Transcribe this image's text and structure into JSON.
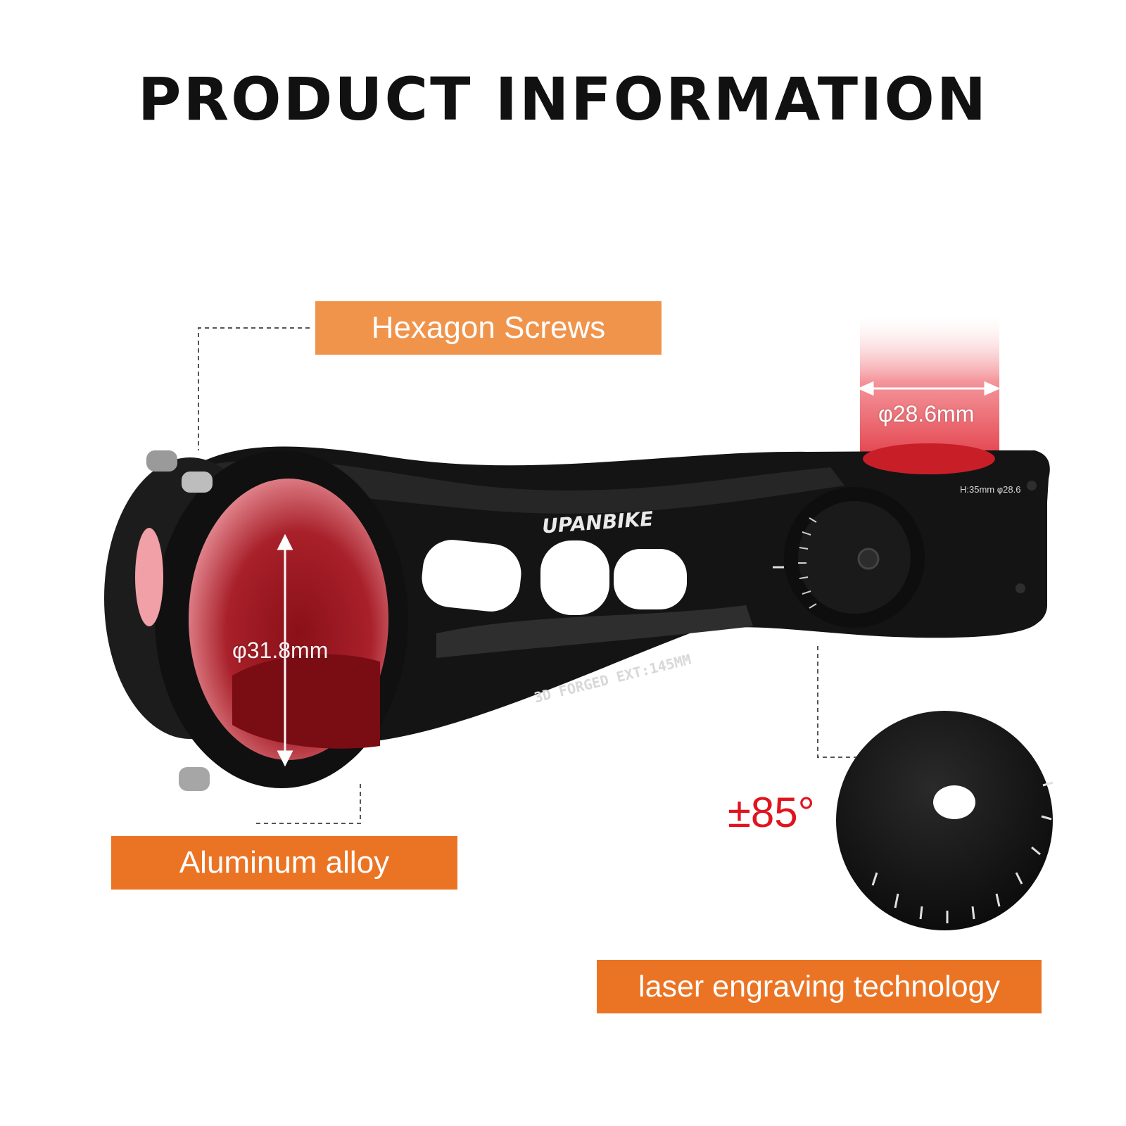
{
  "title": "PRODUCT INFORMATION",
  "labels": {
    "hexagon_screws": "Hexagon Screws",
    "aluminum_alloy": "Aluminum alloy",
    "laser_engraving": "laser engraving technology"
  },
  "dimensions": {
    "steerer": "φ28.6mm",
    "handlebar": "φ31.8mm"
  },
  "angle": "±85°",
  "engraving": {
    "brand": "UPANBIKE",
    "forged": "3D FORGED EXT:145MM",
    "spec": "H:35mm φ28.6"
  },
  "colors": {
    "label_orange": "#eb7424",
    "label_orange_light": "#f0944c",
    "angle_red": "#e0141e",
    "stem_black": "#141414",
    "highlight_red": "#c81e28"
  }
}
